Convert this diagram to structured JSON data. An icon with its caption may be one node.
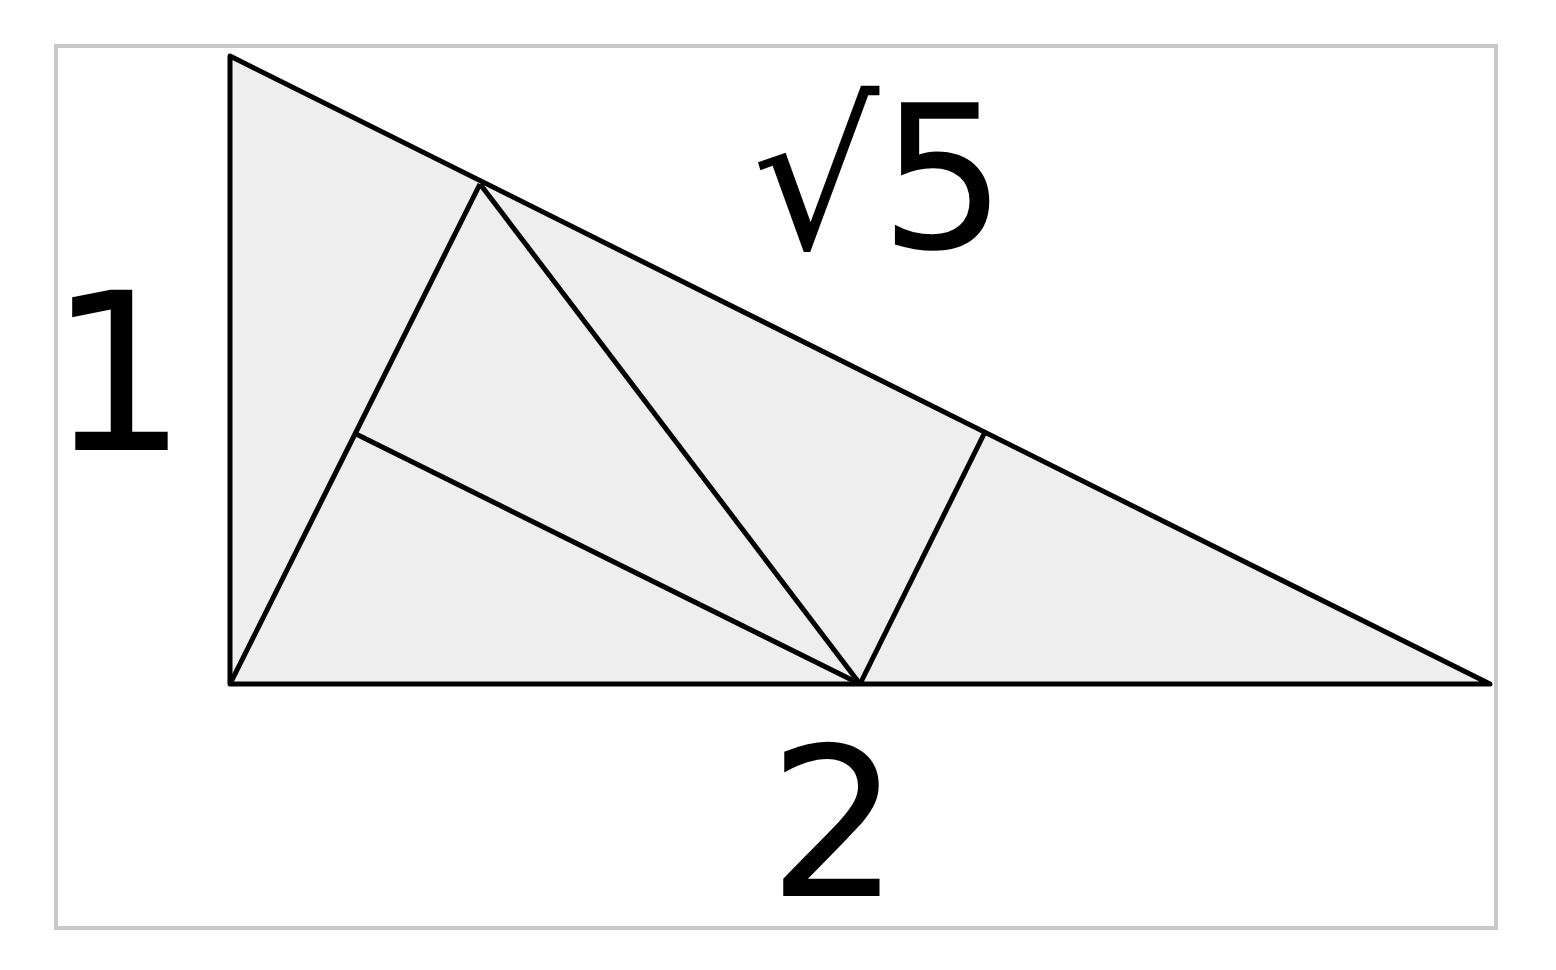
{
  "diagram": {
    "labels": [
      "1",
      "√5",
      "2"
    ]
  }
}
